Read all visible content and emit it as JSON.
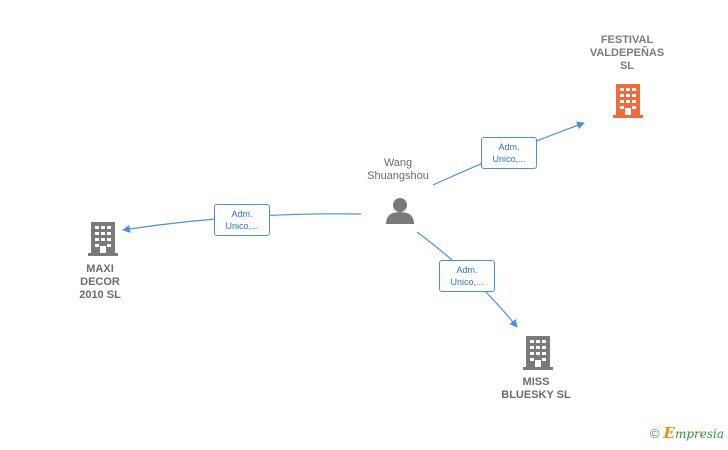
{
  "person": {
    "name": "Wang\nShuangshou"
  },
  "companies": {
    "festival": {
      "name": "FESTIVAL\nVALDEPEÑAS\nSL",
      "color": "#f26a3d"
    },
    "maxi": {
      "name": "MAXI\nDECOR\n2010  SL",
      "color": "#7a7a7a"
    },
    "miss": {
      "name": "MISS\nBLUESKY  SL",
      "color": "#7a7a7a"
    }
  },
  "edges": {
    "festival": {
      "line1": "Adm.",
      "line2": "Unico,..."
    },
    "maxi": {
      "line1": "Adm.",
      "line2": "Unico,..."
    },
    "miss": {
      "line1": "Adm.",
      "line2": "Unico,..."
    }
  },
  "colors": {
    "edge": "#4a90d9",
    "person": "#7a7a7a"
  },
  "watermark": {
    "copyright": "©",
    "brand_initial": "E",
    "brand_rest": "mpresia"
  },
  "icons": {
    "person": "person-icon",
    "company": "building-icon"
  }
}
